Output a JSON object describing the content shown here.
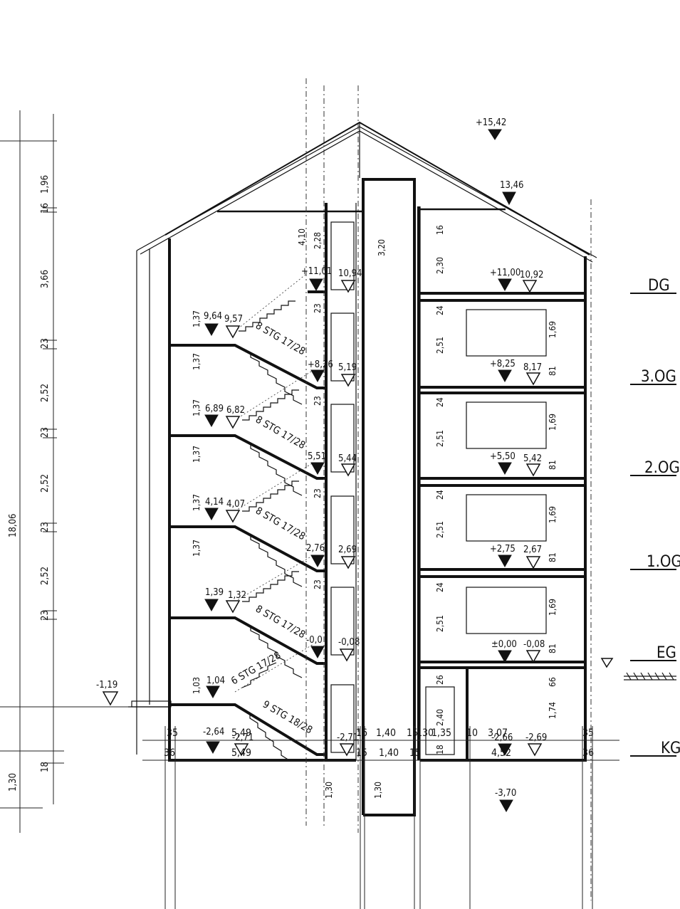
{
  "floors": [
    {
      "label": "DG"
    },
    {
      "label": "3.OG"
    },
    {
      "label": "2.OG"
    },
    {
      "label": "1.OG"
    },
    {
      "label": "EG"
    },
    {
      "label": "KG"
    }
  ],
  "levels_solid": [
    "+15,42",
    "13,46",
    "+11,01",
    "9,64",
    "+11,00",
    "+8,26",
    "6,89",
    "+8,25",
    "5,51",
    "4,14",
    "+5,50",
    "2,76",
    "1,39",
    "+2,75",
    "-0,0",
    "±0,00",
    "1,04",
    "-2,64",
    "-2,66",
    "-3,70"
  ],
  "levels_open": [
    "10,94",
    "9,57",
    "10,92",
    "5,19",
    "6,82",
    "8,17",
    "5,44",
    "4,07",
    "5,42",
    "2,69",
    "1,32",
    "2,67",
    "-0,08",
    "-0,08",
    "-1,19",
    "-2,71",
    "-2,69",
    "-2,71"
  ],
  "stairs": [
    "8 STG 17/28",
    "8 STG 17/28",
    "8 STG 17/28",
    "8 STG 17/28",
    "6 STG 17/28",
    "9 STG 18/28"
  ],
  "left_dims": [
    "1,96",
    "16",
    "3,66",
    "23",
    "2,52",
    "23",
    "2,52",
    "23",
    "2,52",
    "23",
    "1,30",
    "18",
    "18,06"
  ],
  "bottom_dims_row1": [
    "35",
    "5,49",
    "16",
    "1,40",
    "15",
    "130",
    "1,35",
    "10",
    "3,07",
    "35"
  ],
  "bottom_dims_row2": [
    "36",
    "5,49",
    "15",
    "1,40",
    "15",
    "4,52",
    "36"
  ],
  "inner_dims": [
    "4,10",
    "2,28",
    "3,20",
    "16",
    "2,30",
    "24",
    "2,51",
    "24",
    "2,51",
    "24",
    "2,51",
    "24",
    "2,51",
    "26",
    "2,40",
    "18",
    "1,74",
    "66",
    "1,30",
    "1,30",
    "1,37",
    "1,37",
    "1,37",
    "1,37",
    "1,37",
    "1,37",
    "1,03",
    "1,69",
    "81",
    "1,69",
    "81",
    "1,69",
    "81",
    "1,69",
    "81",
    "23",
    "23",
    "23",
    "23"
  ],
  "colors": {
    "ink": "#111111",
    "paper": "#ffffff"
  }
}
